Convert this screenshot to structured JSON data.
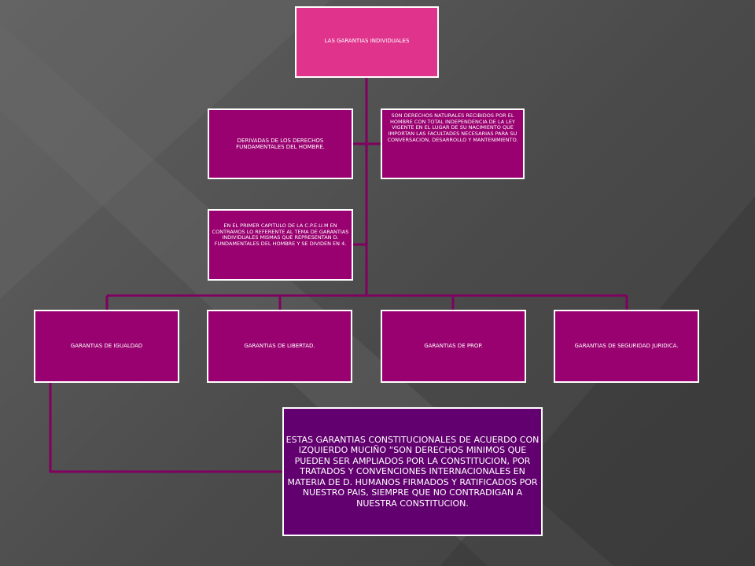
{
  "diagram": {
    "root": "LAS GARANTIAS INDIVIDUALES",
    "derivadas": "DERIVADAS DE LOS DERECHOS FUNDAMENTALES DEL HOMBRE.",
    "derechos_naturales": "SON DERECHOS NATURALES RECIBIDOS POR EL HOMBRE CON TOTAL INDEPENDENCIA DE LA LEY VIGENTE EN EL LUGAR DE SU NACIMIENTO QUE IMPORTAN LAS FACULTADES NECESARIAS PARA SU CONVERSACION, DESARROLLO Y MANTENIMIENTO.",
    "capitulo": "EN EL PRIMER CAPITULO DE LA C.P.E.U.M EN CONTRAMOS LO REFERENTE AL TEMA DE GARANTIAS INDIVIDUALES MISMAS QUE REPRESENTAN D. FUNDAMENTALES DEL HOMBRE Y SE DIVIDEN EN 4.",
    "categories": [
      "GARANTIAS DE IGUALDAD",
      "GARANTIAS DE LIBERTAD.",
      "GARANTIAS DE PROP.",
      "GARANTIAS DE SEGURIDAD JURIDICA."
    ],
    "estas_garantias": "ESTAS GARANTIAS CONSTITUCIONALES DE ACUERDO CON IZQUIERDO MUCIÑO “SON DERECHOS MINIMOS QUE PUEDEN SER AMPLIADOS POR LA CONSTITUCION, POR TRATADOS Y CONVENCIONES INTERNACIONALES EN MATERIA DE D. HUMANOS FIRMADOS Y RATIFICADOS POR NUESTRO PAIS, SIEMPRE QUE NO CONTRADIGAN A NUESTRA CONSTITUCION."
  },
  "colors": {
    "root_fill": "#e0338c",
    "node_fill": "#990070",
    "leaf_fill": "#62006f",
    "connector": "#800060",
    "border": "#ffffff"
  }
}
